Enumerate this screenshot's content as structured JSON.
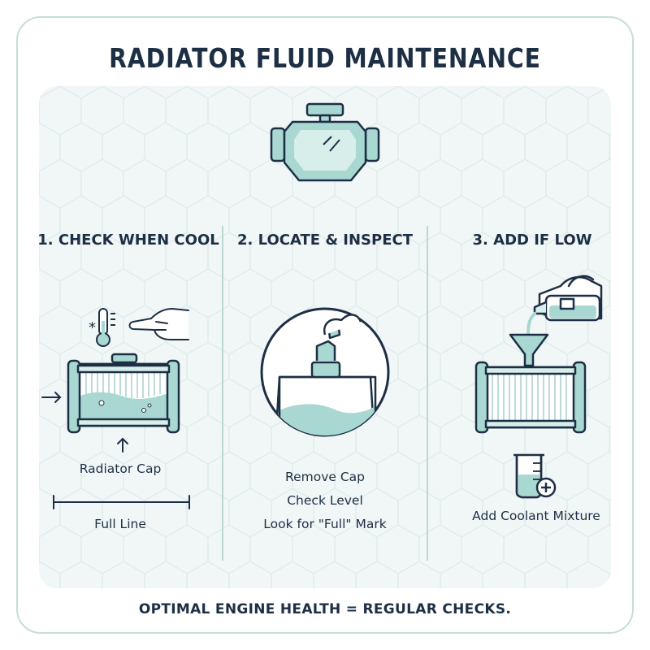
{
  "header": {
    "title": "RADIATOR FLUID MAINTENANCE"
  },
  "steps": [
    {
      "heading": "1. CHECK WHEN COOL",
      "labels": {
        "cap": "Radiator Cap",
        "full": "Full Line"
      }
    },
    {
      "heading": "2. LOCATE & INSPECT",
      "instructions": [
        "Remove Cap",
        "Check Level",
        "Look for \"Full\" Mark"
      ]
    },
    {
      "heading": "3. ADD IF LOW",
      "labels": {
        "coolant": "Add Coolant Mixture"
      }
    }
  ],
  "footer": {
    "text": "OPTIMAL ENGINE HEALTH = REGULAR CHECKS."
  },
  "icons": [
    "engine-icon",
    "thermometer-icon",
    "pointing-hand-icon",
    "radiator-icon",
    "magnified-cap-icon",
    "coolant-jug-icon",
    "funnel-icon",
    "measuring-beaker-icon"
  ],
  "colors": {
    "outline": "#1d2f44",
    "fluid": "#a9d8d2",
    "accent_light": "#d7eeeb",
    "card_border": "#c5dedb",
    "panel": "#f1f7f7"
  }
}
